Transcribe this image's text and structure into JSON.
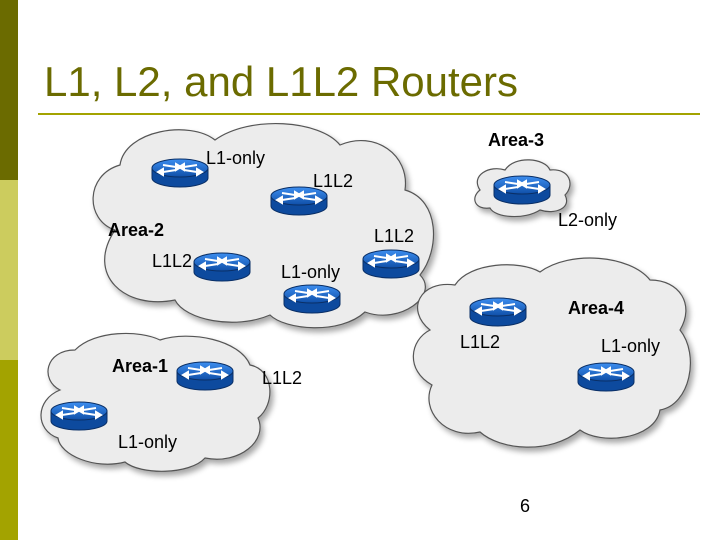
{
  "slide": {
    "title": "L1, L2, and L1L2 Routers",
    "page_number": "6"
  },
  "colors": {
    "title": "#6b6b00",
    "sidebar_top": "#6b6b00",
    "sidebar_middle": "#cccc5e",
    "sidebar_bottom": "#a3a300",
    "cloud_fill": "#ececec",
    "router_blue": "#1f6ed6"
  },
  "diagram": {
    "areas": {
      "area2": "Area-2",
      "area3": "Area-3",
      "area4": "Area-4",
      "area1": "Area-1"
    },
    "router_labels": {
      "a2_top": "L1-only",
      "a2_upper_right": "L1L2",
      "a2_left": "L1L2",
      "a2_bottom": "L1-only",
      "a2_right": "L1L2",
      "a3": "L2-only",
      "a4_left": "L1L2",
      "a4_right": "L1-only",
      "a1_top": "L1L2",
      "a1_bottom": "L1-only"
    }
  }
}
